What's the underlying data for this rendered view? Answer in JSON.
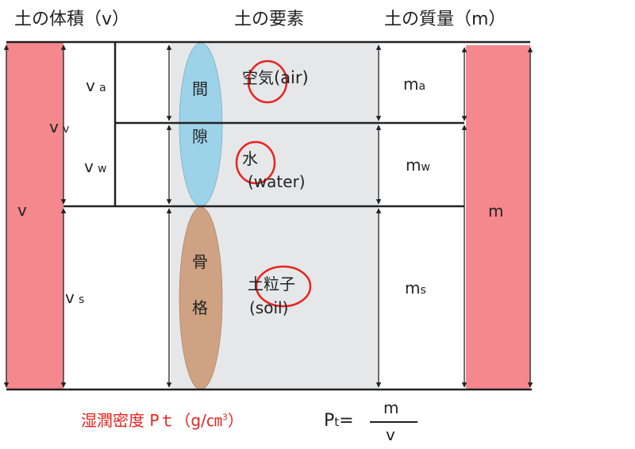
{
  "headers": {
    "volume": "土の体積（v）",
    "elements": "土の要素",
    "mass": "土の質量（m）"
  },
  "volume_labels": {
    "v": "v",
    "vv": {
      "main": "v",
      "sub": "v"
    },
    "va": {
      "main": "v",
      "sub": "a"
    },
    "vw": {
      "main": "v",
      "sub": "w"
    },
    "vs": {
      "main": "v",
      "sub": "s"
    }
  },
  "void_label": [
    "間",
    "隙"
  ],
  "skeleton_label": [
    "骨",
    "格"
  ],
  "elements": {
    "air": {
      "jp": "空気",
      "en": "(air)"
    },
    "water": {
      "jp": "水",
      "en": "(water)"
    },
    "soil": {
      "jp": "土粒子",
      "en": "(soil)"
    }
  },
  "mass_labels": {
    "m": "m",
    "ma": {
      "main": "m",
      "sub": "a"
    },
    "mw": {
      "main": "m",
      "sub": "w"
    },
    "ms": {
      "main": "m",
      "sub": "s"
    }
  },
  "formula": {
    "title": "湿潤密度 Ρｔ（g/㎝",
    "title_sup": "3",
    "title_close": "）",
    "lhs": "Ρ",
    "lhs_sub": "t",
    "eq": "=",
    "numerator": "m",
    "denominator": "v"
  },
  "colors": {
    "bar": "#f4888c",
    "void": "#9dd3e9",
    "skeleton": "#cfa283",
    "medium": "#e6e7e9",
    "circle": "#e8231f"
  }
}
